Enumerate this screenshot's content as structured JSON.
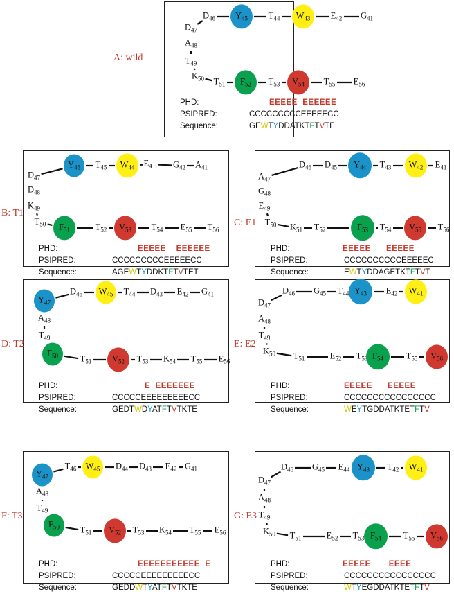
{
  "colors": {
    "blue": "#1b93c9",
    "yellow": "#ffef14",
    "green": "#0aa14e",
    "red": "#d0392f",
    "label": "#c0392b"
  },
  "panels": [
    {
      "id": "A",
      "label": "A: wild",
      "residues": [
        {
          "t": "D",
          "n": "46"
        },
        {
          "t": "Y",
          "n": "45",
          "c": "blue"
        },
        {
          "t": "T",
          "n": "44"
        },
        {
          "t": "W",
          "n": "43",
          "c": "yellow"
        },
        {
          "t": "E",
          "n": "42"
        },
        {
          "t": "G",
          "n": "41"
        },
        {
          "t": "D",
          "n": "47"
        },
        {
          "t": "A",
          "n": "48"
        },
        {
          "t": "T",
          "n": "49"
        },
        {
          "t": "K",
          "n": "50"
        },
        {
          "t": "T",
          "n": "51"
        },
        {
          "t": "F",
          "n": "52",
          "c": "green"
        },
        {
          "t": "T",
          "n": "53"
        },
        {
          "t": "V",
          "n": "54",
          "c": "red"
        },
        {
          "t": "T",
          "n": "55"
        },
        {
          "t": "E",
          "n": "56"
        }
      ],
      "phd_label": "PHD:",
      "phd": "EEEEE  EEEEEE",
      "psipred_label": "PSIPRED:",
      "psipred": "CCCCCCCCCEEEEECC",
      "seq_label": "Sequence:",
      "seq": "GEWTYDDATKTFTVTE"
    },
    {
      "id": "B",
      "label": "B: T1",
      "residues": [
        {
          "t": "Y",
          "n": "46",
          "c": "blue"
        },
        {
          "t": "T",
          "n": "45"
        },
        {
          "t": "W",
          "n": "44",
          "c": "yellow"
        },
        {
          "t": "E",
          "n": "4 3"
        },
        {
          "t": "G",
          "n": "42"
        },
        {
          "t": "A",
          "n": "41"
        },
        {
          "t": "D",
          "n": "47"
        },
        {
          "t": "D",
          "n": "48"
        },
        {
          "t": "K",
          "n": "49"
        },
        {
          "t": "T",
          "n": "50"
        },
        {
          "t": "F",
          "n": "51",
          "c": "green"
        },
        {
          "t": "T",
          "n": "52"
        },
        {
          "t": "V",
          "n": "53",
          "c": "red"
        },
        {
          "t": "T",
          "n": "54"
        },
        {
          "t": "E",
          "n": "55"
        },
        {
          "t": "T",
          "n": "56"
        }
      ],
      "phd_label": "PHD:",
      "phd": "EEEEE    EEEEEE",
      "psipred_label": "PSIPRED:",
      "psipred": "CCCCCCCCCEEEEECC",
      "seq_label": "Sequence:",
      "seq": "AGEWTYDDKTFTVTET"
    },
    {
      "id": "C",
      "label": "C: E1",
      "residues": [
        {
          "t": "D",
          "n": "46"
        },
        {
          "t": "D",
          "n": "45"
        },
        {
          "t": "Y",
          "n": "44",
          "c": "blue"
        },
        {
          "t": "T",
          "n": "43"
        },
        {
          "t": "W",
          "n": "42",
          "c": "yellow"
        },
        {
          "t": "E",
          "n": "41"
        },
        {
          "t": "A",
          "n": "47"
        },
        {
          "t": "G",
          "n": "48"
        },
        {
          "t": "E",
          "n": "49"
        },
        {
          "t": "T",
          "n": "50"
        },
        {
          "t": "K",
          "n": "51"
        },
        {
          "t": "T",
          "n": "52"
        },
        {
          "t": "F",
          "n": "53",
          "c": "green"
        },
        {
          "t": "T",
          "n": "54"
        },
        {
          "t": "V",
          "n": "55",
          "c": "red"
        },
        {
          "t": "T",
          "n": "56"
        }
      ],
      "phd_label": "PHD:",
      "phd": "EEEEE      EEEEE",
      "psipred_label": "PSIPRED:",
      "psipred": "CCCCCCCCCCEEEEEC",
      "seq_label": "Sequence:",
      "seq": "EWTYDDAGETKTFTVT"
    },
    {
      "id": "D",
      "label": "D: T2",
      "residues": [
        {
          "t": "Y",
          "n": "47",
          "c": "blue"
        },
        {
          "t": "D",
          "n": "46"
        },
        {
          "t": "W",
          "n": "45",
          "c": "yellow"
        },
        {
          "t": "T",
          "n": "44"
        },
        {
          "t": "D",
          "n": "43"
        },
        {
          "t": "E",
          "n": "42"
        },
        {
          "t": "G",
          "n": "41"
        },
        {
          "t": "A",
          "n": "48"
        },
        {
          "t": "T",
          "n": "49"
        },
        {
          "t": "F",
          "n": "50",
          "c": "green"
        },
        {
          "t": "T",
          "n": "51"
        },
        {
          "t": "V",
          "n": "52",
          "c": "red"
        },
        {
          "t": "T",
          "n": "53"
        },
        {
          "t": "K",
          "n": "54"
        },
        {
          "t": "T",
          "n": "55"
        },
        {
          "t": "E",
          "n": "56"
        }
      ],
      "phd_label": "PHD:",
      "phd": "E  EEEEEEE",
      "psipred_label": "PSIPRED:",
      "psipred": "CCCCCEEEEEEEEECC",
      "seq_label": "Sequence:",
      "seq": "GEDTWDYATFTVTKTE"
    },
    {
      "id": "E",
      "label": "E: E2",
      "residues": [
        {
          "t": "D",
          "n": "46"
        },
        {
          "t": "G",
          "n": "45"
        },
        {
          "t": "T",
          "n": "44"
        },
        {
          "t": "Y",
          "n": "43",
          "c": "blue"
        },
        {
          "t": "E",
          "n": "42"
        },
        {
          "t": "W",
          "n": "41",
          "c": "yellow"
        },
        {
          "t": "D",
          "n": "47"
        },
        {
          "t": "A",
          "n": "48"
        },
        {
          "t": "T",
          "n": "49"
        },
        {
          "t": "K",
          "n": "50"
        },
        {
          "t": "T",
          "n": "51"
        },
        {
          "t": "E",
          "n": "52"
        },
        {
          "t": "T",
          "n": "53"
        },
        {
          "t": "F",
          "n": "54",
          "c": "green"
        },
        {
          "t": "T",
          "n": "55"
        },
        {
          "t": "V",
          "n": "56",
          "c": "red"
        }
      ],
      "phd_label": "PHD:",
      "phd": "EEEEE      EEEEE",
      "psipred_label": "PSIPRED:",
      "psipred": "CCCCCCCCCCCCCCCC",
      "seq_label": "Sequence:",
      "seq": "WEYTGDDATKTETFTV"
    },
    {
      "id": "F",
      "label": "F: T3",
      "residues": [
        {
          "t": "Y",
          "n": "47",
          "c": "blue"
        },
        {
          "t": "T",
          "n": "46"
        },
        {
          "t": "W",
          "n": "45",
          "c": "yellow"
        },
        {
          "t": "D",
          "n": "44"
        },
        {
          "t": "D",
          "n": "43"
        },
        {
          "t": "E",
          "n": "42"
        },
        {
          "t": "G",
          "n": "41"
        },
        {
          "t": "A",
          "n": "48"
        },
        {
          "t": "T",
          "n": "49"
        },
        {
          "t": "F",
          "n": "50",
          "c": "green"
        },
        {
          "t": "T",
          "n": "51"
        },
        {
          "t": "V",
          "n": "52",
          "c": "red"
        },
        {
          "t": "T",
          "n": "53"
        },
        {
          "t": "K",
          "n": "54"
        },
        {
          "t": "T",
          "n": "55"
        },
        {
          "t": "E",
          "n": "56"
        }
      ],
      "phd_label": "PHD:",
      "phd": "EEEEEEEEEEE  E",
      "psipred_label": "PSIPRED:",
      "psipred": "CCCCCEEEEEEEEECC",
      "seq_label": "Sequence:",
      "seq": "GEDDWTYATFTVTKTE"
    },
    {
      "id": "G",
      "label": "G: E3",
      "residues": [
        {
          "t": "D",
          "n": "46"
        },
        {
          "t": "G",
          "n": "45"
        },
        {
          "t": "E",
          "n": "44"
        },
        {
          "t": "Y",
          "n": "43",
          "c": "blue"
        },
        {
          "t": "T",
          "n": "42"
        },
        {
          "t": "W",
          "n": "41",
          "c": "yellow"
        },
        {
          "t": "D",
          "n": "47"
        },
        {
          "t": "A",
          "n": "48"
        },
        {
          "t": "T",
          "n": "49"
        },
        {
          "t": "K",
          "n": "50"
        },
        {
          "t": "T",
          "n": "51"
        },
        {
          "t": "E",
          "n": "52"
        },
        {
          "t": "T",
          "n": "53"
        },
        {
          "t": "F",
          "n": "54",
          "c": "green"
        },
        {
          "t": "T",
          "n": "55"
        },
        {
          "t": "V",
          "n": "56",
          "c": "red"
        }
      ],
      "phd_label": "PHD:",
      "phd": "EEEEE       EEEE",
      "psipred_label": "PSIPRED:",
      "psipred": "CCCCCCCCCCCCCCCC",
      "seq_label": "Sequence:",
      "seq": "WTYEGDDATKTETFTV"
    }
  ]
}
